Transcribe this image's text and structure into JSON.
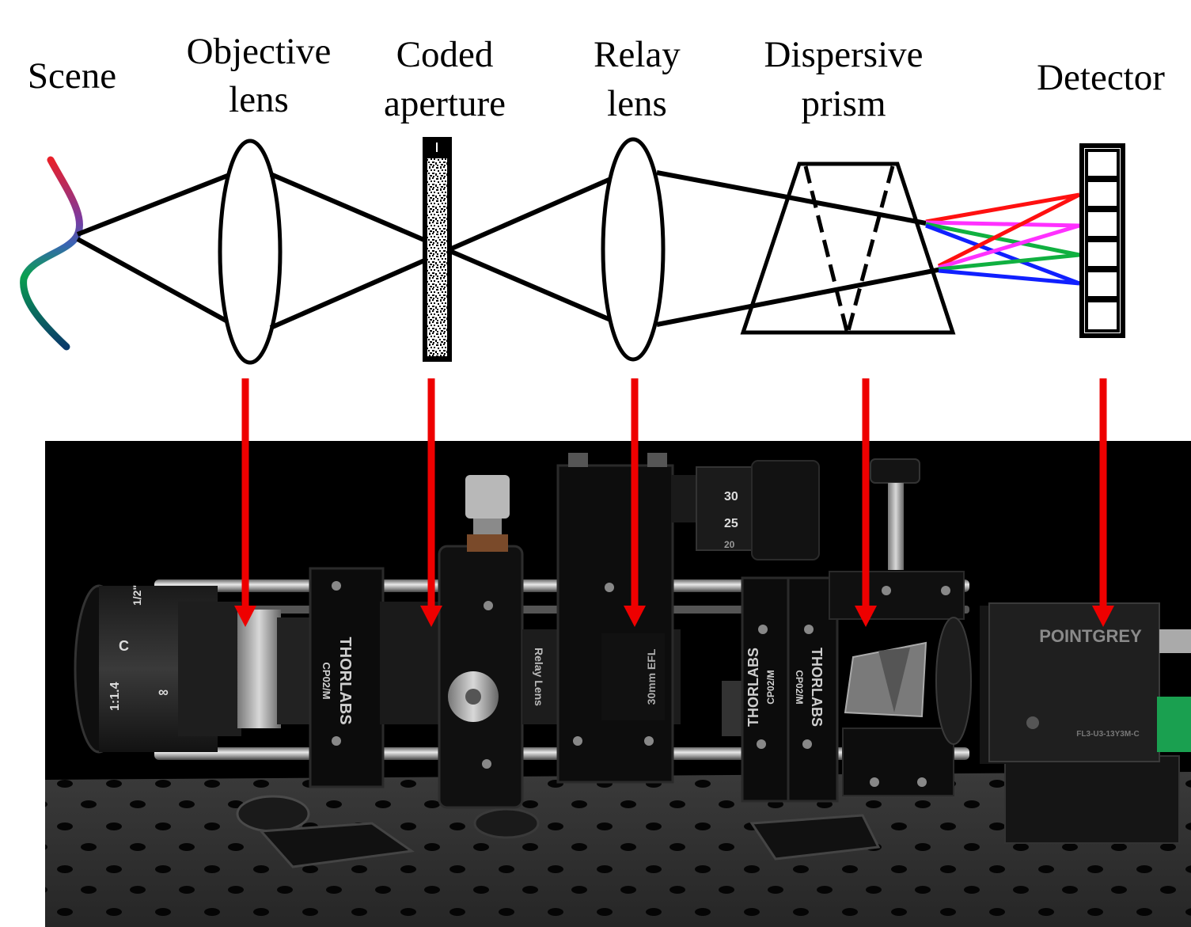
{
  "labels": {
    "scene": "Scene",
    "objective_1": "Objective",
    "objective_2": "lens",
    "coded_1": "Coded",
    "coded_2": "aperture",
    "relay_1": "Relay",
    "relay_2": "lens",
    "prism_1": "Dispersive",
    "prism_2": "prism",
    "detector": "Detector"
  },
  "photo": {
    "brand_1": "THORLABS",
    "model_1": "CP02/M",
    "brand_2": "THORLABS",
    "model_2": "CP02/M",
    "brand_3": "THORLABS",
    "model_3": "CP02/M",
    "camera_brand": "POINTGREY",
    "camera_model": "FL3-U3-13Y3M-C",
    "relay_lens_text": "30mm EFL",
    "relay_body_text": "Relay Lens",
    "micrometer_30": "30",
    "micrometer_25": "25",
    "micrometer_20": "20",
    "lens_c": "C",
    "lens_fnum": "1:1.4",
    "lens_half": "1/2\"",
    "lens_inf": "∞"
  },
  "colors": {
    "arrow": "#ee0000",
    "ray_red": "#ff1010",
    "ray_magenta": "#ff30ff",
    "ray_green": "#10b040",
    "ray_blue": "#1020ff"
  }
}
